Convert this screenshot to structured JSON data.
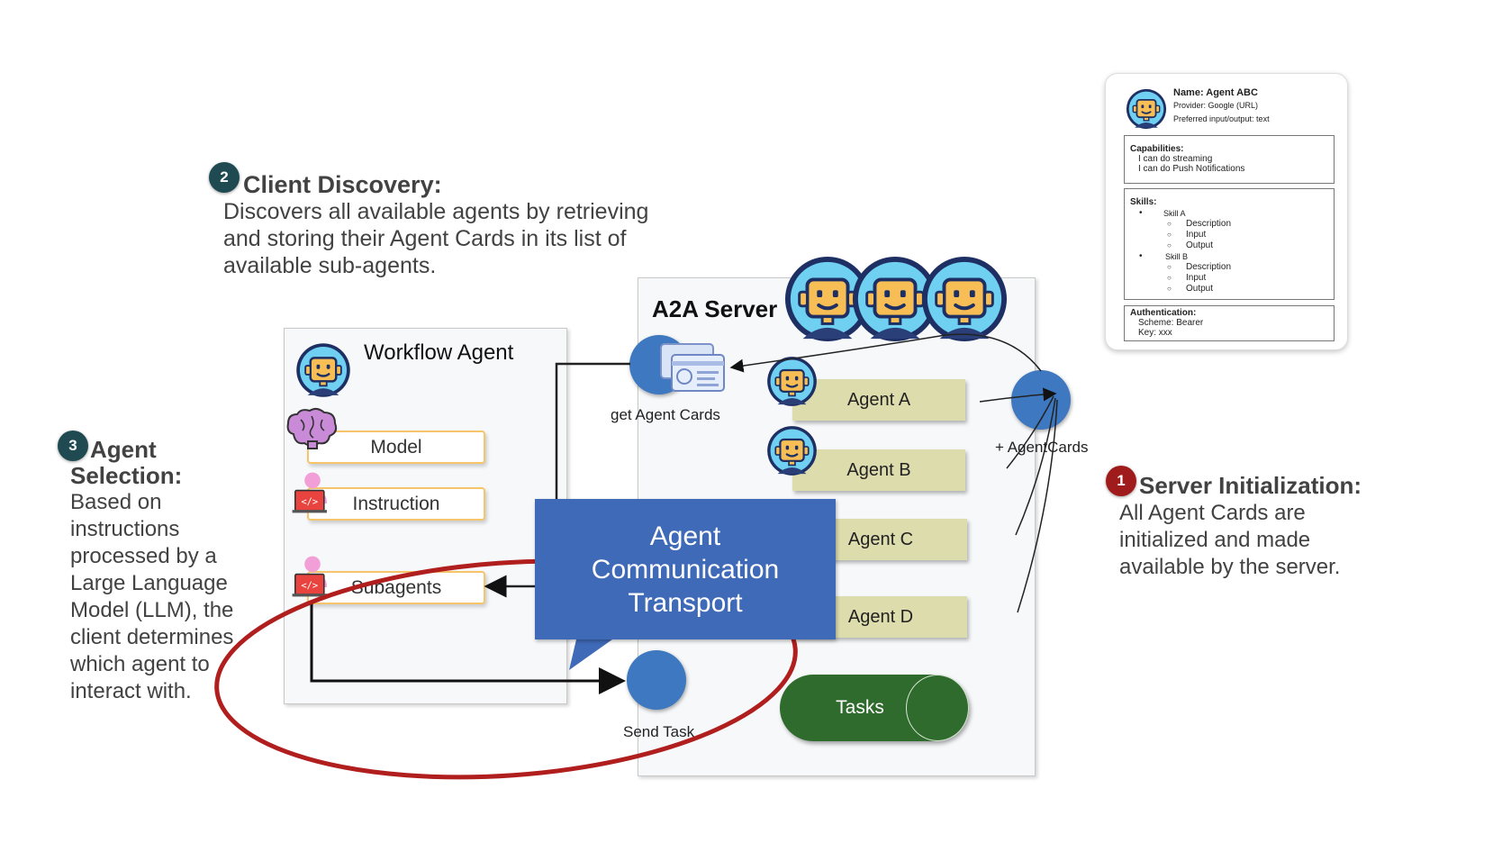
{
  "step2": {
    "number": "2",
    "title": "Client Discovery:",
    "body": "Discovers all available agents by retrieving and storing their Agent Cards in its list of available sub-agents."
  },
  "step3": {
    "number": "3",
    "title_line1": "Agent",
    "title_line2": "Selection:",
    "body": "Based on instructions processed by a Large Language Model (LLM), the client determines which agent to interact with."
  },
  "step1": {
    "number": "1",
    "title": "Server Initialization:",
    "body": "All Agent Cards are initialized and made available by the server."
  },
  "workflow": {
    "title": "Workflow Agent",
    "model": "Model",
    "instruction": "Instruction",
    "subagents": "Subagents"
  },
  "server": {
    "title": "A2A Server",
    "agents": [
      "Agent A",
      "Agent B",
      "Agent C",
      "Agent D"
    ],
    "tasks": "Tasks",
    "get_cards": "get Agent Cards",
    "add_cards": "+ AgentCards",
    "send_task": "Send Task"
  },
  "transport": {
    "line1": "Agent",
    "line2": "Communication",
    "line3": "Transport"
  },
  "agent_card": {
    "name": "Name: Agent ABC",
    "provider": "Provider: Google (URL)",
    "io": "Preferred input/output: text",
    "capabilities_title": "Capabilities:",
    "capabilities": [
      "I can do streaming",
      "I can do Push Notifications"
    ],
    "skills_title": "Skills:",
    "skill_a": "Skill A",
    "skill_b": "Skill B",
    "skill_items": [
      "Description",
      "Input",
      "Output"
    ],
    "auth_title": "Authentication:",
    "scheme": "Scheme: Bearer",
    "key": "Key: xxx"
  },
  "colors": {
    "badge_dark": "#1f4a52",
    "badge_red": "#a01b1b",
    "transport_blue": "#3f6ab8",
    "circle_blue": "#3d78c0",
    "agent_box": "#dcdcad",
    "tasks_green": "#2f6b2c",
    "highlight_ellipse": "#b01e1e"
  }
}
